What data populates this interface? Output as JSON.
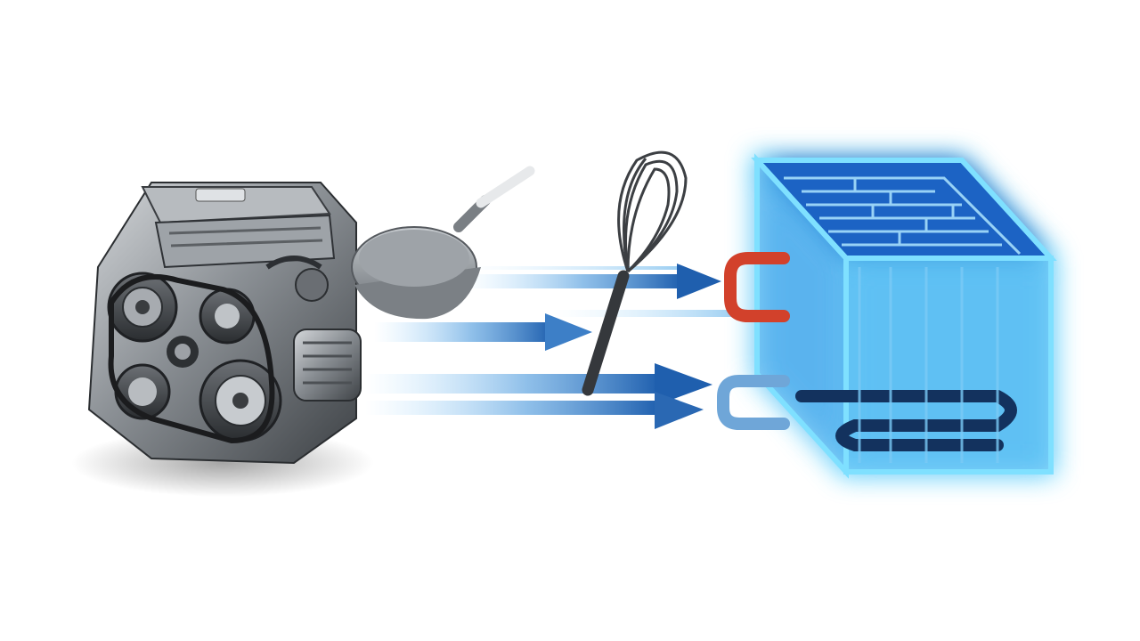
{
  "scene": {
    "background": "#ffffff",
    "subjects": [
      {
        "name": "engine-icon",
        "description": "car-engine"
      },
      {
        "name": "frying-pan-icon",
        "description": "frying-pan"
      },
      {
        "name": "whisk-icon",
        "description": "whisk"
      },
      {
        "name": "heat-exchanger-cube-icon",
        "description": "glowing-cooling-block"
      }
    ],
    "colors": {
      "engine_metal": "#8d9196",
      "pan": "#8a8f94",
      "whisk": "#3a3d40",
      "arrow": "#2f6db5",
      "arrow_glow": "#8fd3ff",
      "cube_glow": "#33c4ff",
      "cube_core": "#1e5fbf",
      "pipe_red": "#d2412b",
      "pipe_blue": "#6fa6d8"
    },
    "arrow_count": 4
  }
}
